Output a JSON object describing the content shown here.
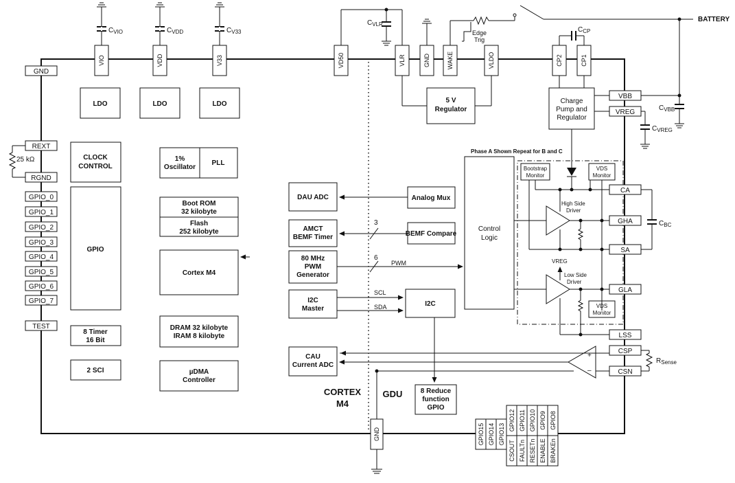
{
  "external": {
    "battery": "BATTERY",
    "c_vio": "VIO",
    "c_vdd": "VDD",
    "c_v33": "V33",
    "c_vlr": "VLR",
    "c_cp": "CP",
    "c_vbb": "VBB",
    "c_vreg": "VREG",
    "c_bc": "BC",
    "r_sense": "Sense",
    "c_letter": "C",
    "r_letter": "R",
    "edge_trig_1": "Edge",
    "edge_trig_2": "Trig",
    "rext_value": "25 kΩ"
  },
  "top_pins": [
    "VIO",
    "VDD",
    "V33",
    "VD50",
    "VLR",
    "GND",
    "WAKE",
    "VLDO",
    "CP2",
    "CP1"
  ],
  "left_pins": [
    "GND",
    "REXT",
    "RGND",
    "GPIO_0",
    "GPIO_1",
    "GPIO_2",
    "GPIO_3",
    "GPIO_4",
    "GPIO_5",
    "GPIO_6",
    "GPIO_7",
    "TEST"
  ],
  "right_pins": [
    "VBB",
    "VREG",
    "CA",
    "GHA",
    "SA",
    "GLA",
    "LSS",
    "CSP",
    "CSN"
  ],
  "bottom_pins": [
    "GPIO15",
    "GPIO14",
    "GPIO13",
    "CSOUT",
    "GPIO12",
    "FAULTn",
    "GPIO11",
    "RESETn",
    "GPIO10",
    "ENABLE",
    "GPIO9",
    "BRAKEn",
    "GPIO8"
  ],
  "bottom_gnd": "GND",
  "cortex_blocks": {
    "ldo": "LDO",
    "clock_1": "CLOCK",
    "clock_2": "CONTROL",
    "osc_1": "1%",
    "osc_2": "Oscillator",
    "pll": "PLL",
    "gpio": "GPIO",
    "rom_1": "Boot ROM",
    "rom_2": "32 kilobyte",
    "flash_1": "Flash",
    "flash_2": "252 kilobyte",
    "cortex_m4": "Cortex M4",
    "timer_1": "8 Timer",
    "timer_2": "16 Bit",
    "dram_1": "DRAM 32 kilobyte",
    "dram_2": "IRAM 8 kilobyte",
    "sci": "2 SCI",
    "udma_1": "µDMA",
    "udma_2": "Controller"
  },
  "middle_blocks": {
    "dau_adc": "DAU ADC",
    "amct_1": "AMCT",
    "amct_2": "BEMF Timer",
    "pwm_1": "80 MHz",
    "pwm_2": "PWM",
    "pwm_3": "Generator",
    "i2c_master_1": "I2C",
    "i2c_master_2": "Master",
    "cau_1": "CAU",
    "cau_2": "Current ADC",
    "analog_mux": "Analog Mux",
    "bemf_compare": "BEMF Compare",
    "i2c": "I2C",
    "gpio8_1": "8 Reduce",
    "gpio8_2": "function",
    "gpio8_3": "GPIO"
  },
  "gdu_blocks": {
    "regulator_1": "5 V",
    "regulator_2": "Regulator",
    "charge_pump_1": "Charge",
    "charge_pump_2": "Pump and",
    "charge_pump_3": "Regulator",
    "control_1": "Control",
    "control_2": "Logic",
    "phase_note": "Phase A Shown Repeat for B and C",
    "bootstrap_1": "Bootstrap",
    "bootstrap_2": "Monitor",
    "vds_1": "VDS",
    "vds_2": "Monitor",
    "high_side_1": "High Side",
    "high_side_2": "Driver",
    "low_side_1": "Low Side",
    "low_side_2": "Driver",
    "vreg_label": "VREG"
  },
  "signals": {
    "bus3": "3",
    "bus6": "6",
    "pwm": "PWM",
    "scl": "SCL",
    "sda": "SDA",
    "plus": "+",
    "minus": "–"
  },
  "domains": {
    "cortex_1": "CORTEX",
    "cortex_2": "M4",
    "gdu": "GDU"
  }
}
